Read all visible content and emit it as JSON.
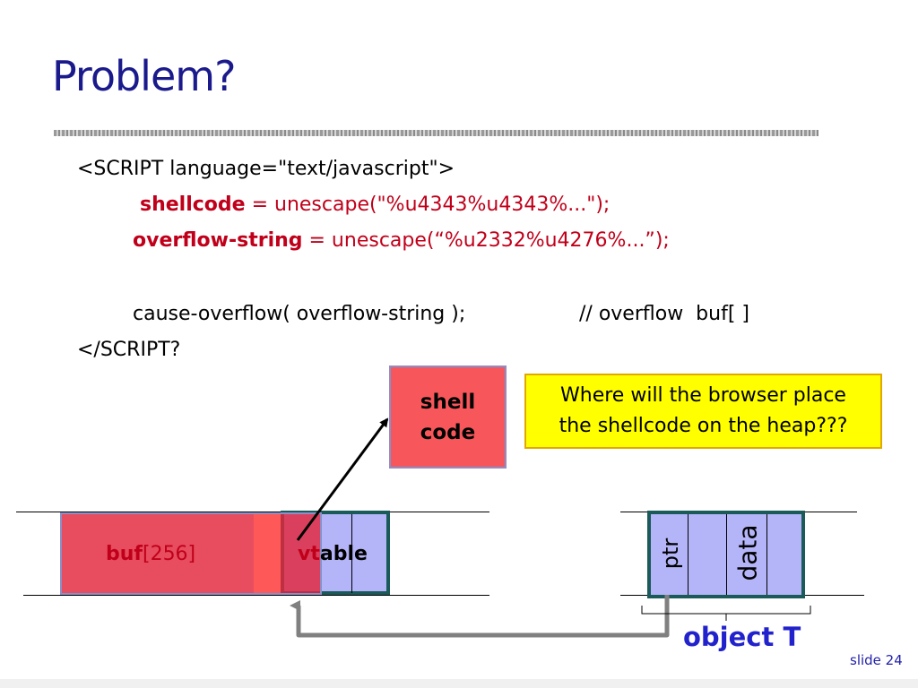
{
  "slide": {
    "title": "Problem?",
    "slide_number": "slide 24"
  },
  "code": {
    "line1": "<SCRIPT language=\"text/javascript\">",
    "line2_kw": "shellcode",
    "line2_rest": " = unescape(\"%u4343%u4343%...\");",
    "line3_kw": "overflow-string",
    "line3_rest": " = unescape(“%u2332%u4276%...”);",
    "line4_call": "cause-overflow( overflow-string );",
    "line4_comment": "// overflow  buf[ ]",
    "line5": "</SCRIPT?"
  },
  "diagram": {
    "shell_line1": "shell",
    "shell_line2": "code",
    "callout_line1": "Where will the browser place",
    "callout_line2": "the shellcode on the heap???",
    "buf_name": "buf",
    "buf_size": "[256]",
    "vtable_part1": "vt",
    "vtable_part2": "able",
    "ptr_label": "ptr",
    "data_label": "data",
    "object_label": "object T"
  },
  "colors": {
    "title": "#1a1a8c",
    "keyword": "#c0001a",
    "shell_box": "#f7575b",
    "callout": "#ffff00",
    "object_fill": "#b4b4f8",
    "object_border": "#1a5a58",
    "object_label": "#2222cc"
  }
}
